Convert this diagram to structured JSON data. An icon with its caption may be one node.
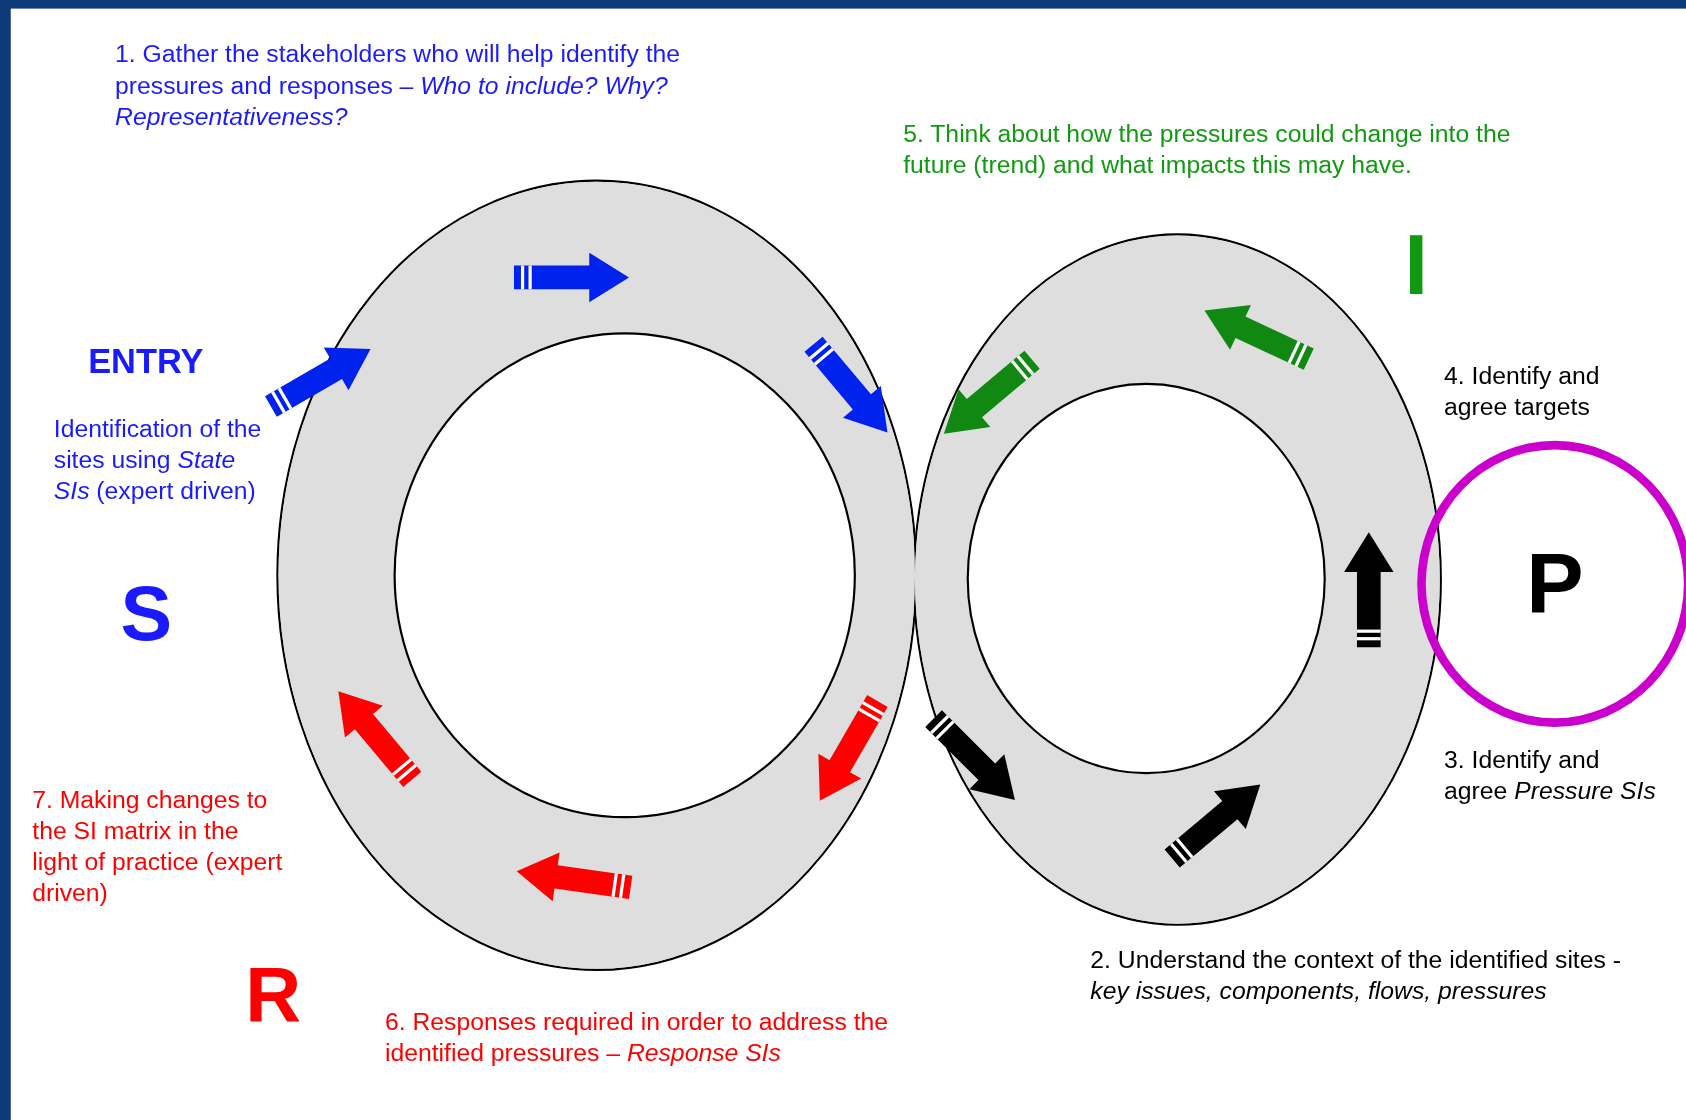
{
  "diagram": {
    "nodes": [
      {
        "text": [
          "P"
        ]
      }
    ],
    "labels": [
      "1. Gather the stakeholders who will help identify the pressures and responses – *Who to include? Why? Representativeness?*",
      "5. Think about how the pressures could change into the future (trend) and what impacts this may have.",
      "I",
      "ENTRY",
      "Identification of the sites using *State SIs* (expert driven)",
      "S",
      "4. Identify and agree targets",
      "3. Identify and agree *Pressure SIs*",
      "7. Making changes to the SI matrix in the light of practice (expert driven)",
      "R",
      "6. Responses required in order to address the identified pressures – *Response SIs*",
      "2. Understand the context of the identified sites - *key issues, components, flows, pressures*"
    ]
  }
}
